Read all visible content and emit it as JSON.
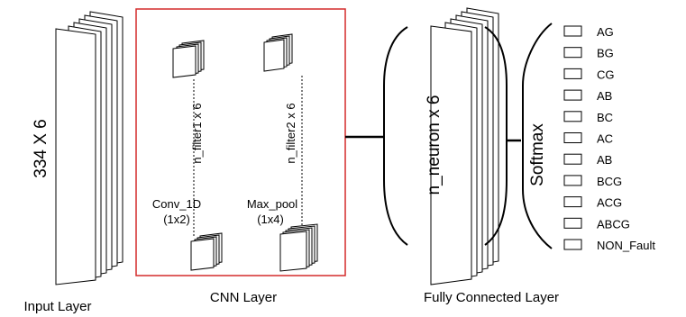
{
  "input_layer": {
    "shape_label": "334 X 6",
    "caption": "Input Layer"
  },
  "cnn_layer": {
    "caption": "CNN Layer",
    "conv": {
      "dims_label": "n_filter1 x 6",
      "name": "Conv_1D",
      "kernel": "(1x2)"
    },
    "pool": {
      "dims_label": "n_filter2 x 6",
      "name": "Max_pool",
      "kernel": "(1x4)"
    },
    "border_color": "#d42a2a"
  },
  "fc_layer": {
    "dims_label": "n_neuron x 6",
    "caption": "Fully Connected Layer"
  },
  "softmax": {
    "label": "Softmax",
    "classes": [
      "AG",
      "BG",
      "CG",
      "AB",
      "BC",
      "AC",
      "AB",
      "BCG",
      "ACG",
      "ABCG",
      "NON_Fault"
    ]
  }
}
